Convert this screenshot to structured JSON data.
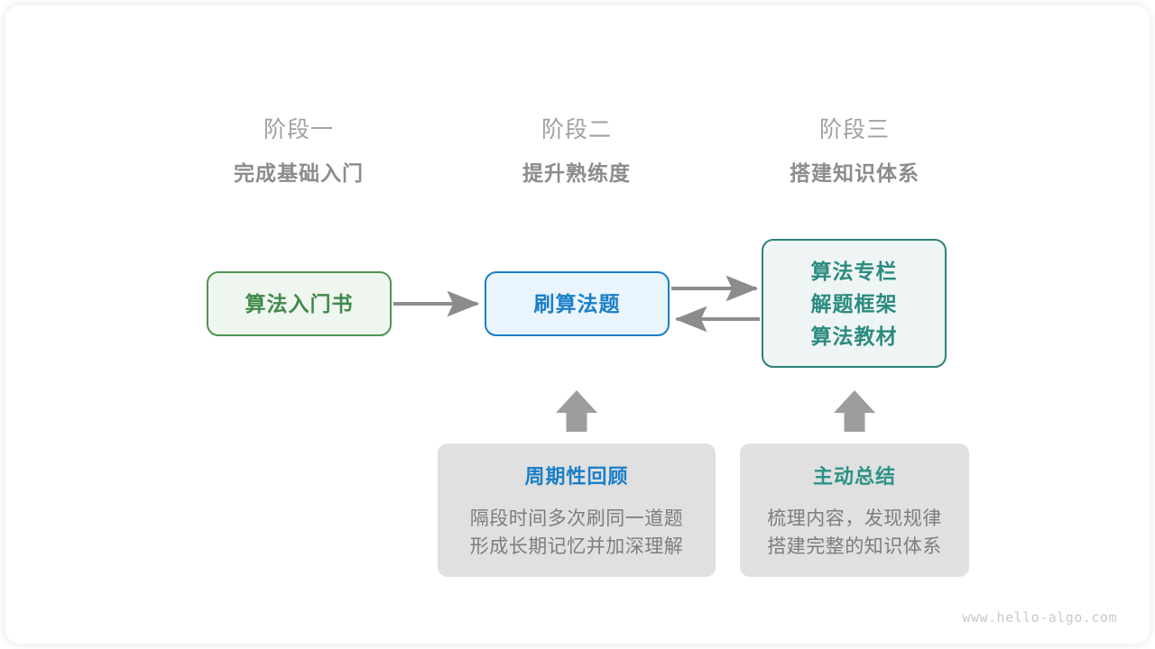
{
  "diagram": {
    "title_watermark": "www.hello-algo.com",
    "colors": {
      "green_border": "#4e9450",
      "green_fill": "#eff6ef",
      "green_text": "#3f8a4a",
      "blue_border": "#1a7fc8",
      "blue_fill": "#eaf4fc",
      "blue_text": "#1a7fc8",
      "teal_border": "#2c8279",
      "teal_fill": "#eef5f4",
      "teal_text": "#2c8b80",
      "note_fill": "#e0e0e0",
      "note_body_text": "#7d7d7d",
      "arrow_gray": "#8c8c8c",
      "heading_num": "#a0a0a0",
      "heading_title": "#8c8c8c"
    },
    "stages": [
      {
        "number": "阶段一",
        "title": "完成基础入门"
      },
      {
        "number": "阶段二",
        "title": "提升熟练度"
      },
      {
        "number": "阶段三",
        "title": "搭建知识体系"
      }
    ],
    "boxes": {
      "book": {
        "label": "算法入门书"
      },
      "practice": {
        "label": "刷算法题"
      },
      "resources": {
        "line1": "算法专栏",
        "line2": "解题框架",
        "line3": "算法教材"
      }
    },
    "notes": [
      {
        "title": "周期性回顾",
        "body_line1": "隔段时间多次刷同一道题",
        "body_line2": "形成长期记忆并加深理解"
      },
      {
        "title": "主动总结",
        "body_line1": "梳理内容，发现规律",
        "body_line2": "搭建完整的知识体系"
      }
    ]
  }
}
